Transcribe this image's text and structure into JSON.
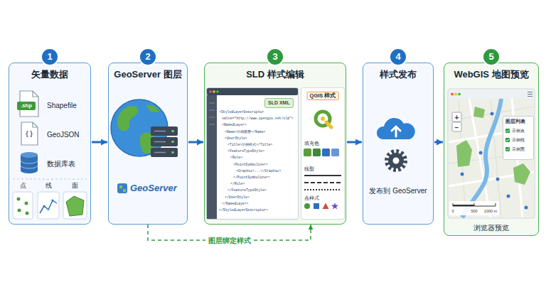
{
  "diagram": {
    "nodes": [
      {
        "text": [
          "矢量数据"
        ]
      },
      {
        "text": [
          "GeoServer 图层"
        ]
      },
      {
        "text": [
          "SLD 样式编辑"
        ]
      },
      {
        "text": [
          "<StyledLayerDescriptor",
          "xmlns=\"http://www.opengis.net/sld\">",
          "<NamedLayer>",
          "<Name>示例图层</Name>",
          "<UserStyle>",
          "<Title>示例样式</Title>",
          "<FeatureTypeStyle>",
          "<Rule>",
          "<PointSymbolizer>",
          "<Graphic>...</Graphic>",
          "</PointSymbolizer>",
          "</Rule>",
          "</FeatureTypeStyle>",
          "</UserStyle>",
          "</NamedLayer>",
          "</StyledLayerDescriptor>"
        ],
        "in": 2
      },
      {
        "text": [
          "SLD XML"
        ],
        "in": 3
      },
      {
        "text": [
          "QGIS 样式",
          "填充色",
          "线型",
          "点样式"
        ],
        "in": 2
      },
      {
        "text": [
          "样式发布",
          "发布到 GeoServer"
        ]
      },
      {
        "text": [
          "WebGIS 地图预览",
          "浏览器预览"
        ]
      },
      {
        "text": [
          "图层列表",
          "示例点",
          "示例线",
          "示例面"
        ],
        "in": 7
      }
    ],
    "edges": [
      {
        "from": 0,
        "to": 1,
        "arrow": "to"
      },
      {
        "from": 1,
        "to": 2,
        "arrow": "to"
      },
      {
        "from": 2,
        "to": 6,
        "arrow": "to"
      },
      {
        "from": 6,
        "to": 7,
        "arrow": "to"
      },
      {
        "from": 1,
        "to": 2,
        "label": "图层绑定样式",
        "arrow": "to"
      }
    ],
    "labels": [
      "1",
      "2",
      "3",
      "4",
      "5",
      ".shp",
      "Shapefile",
      "{ }",
      "GeoJSON",
      "数据库表",
      "点",
      "线",
      "面",
      "GeoServer",
      "+",
      "−",
      "0",
      "500",
      "1000 m"
    ]
  }
}
